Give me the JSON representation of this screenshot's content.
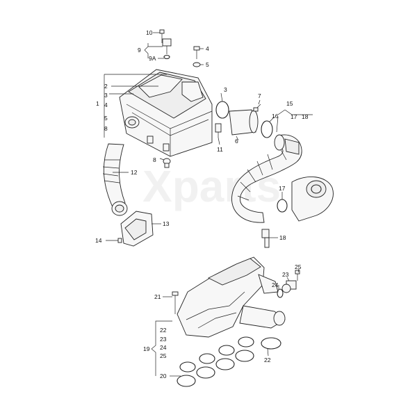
{
  "watermark": "Xparts",
  "labels": {
    "l1": "1",
    "l2": "2",
    "l3": "3",
    "l3b": "3",
    "l4": "4",
    "l4b": "4",
    "l5": "5",
    "l5b": "5",
    "l6": "6",
    "l7": "7",
    "l8": "8",
    "l8b": "8",
    "l9": "9",
    "l9a": "9A",
    "l10": "10",
    "l11": "11",
    "l12": "12",
    "l13": "13",
    "l14": "14",
    "l15": "15",
    "l16": "16",
    "l17": "17",
    "l17b": "17",
    "l18": "18",
    "l18b": "18",
    "l19": "19",
    "l20": "20",
    "l21": "21",
    "l22": "22",
    "l22b": "22",
    "l23": "23",
    "l23b": "23",
    "l24": "24",
    "l24b": "24",
    "l25": "25",
    "l25b": "25"
  }
}
